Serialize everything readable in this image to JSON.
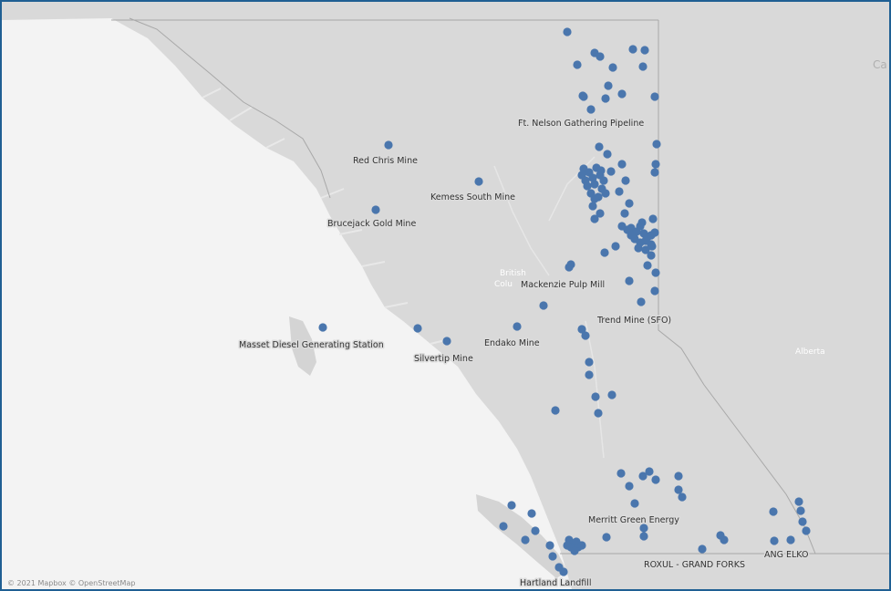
{
  "map": {
    "accent_color": "#4a76ad",
    "land_color": "#d8d8d8",
    "water_color": "#f4f4f4",
    "border_color": "#9a9a9a",
    "attribution": "© 2021 Mapbox © OpenStreetMap",
    "region_labels": {
      "canada": "Ca",
      "bc": "British",
      "bc2": "Colu",
      "alberta": "Alberta"
    },
    "labels": [
      "Ft. Nelson Gathering Pipeline",
      "Red Chris Mine",
      "Kemess South Mine",
      "Brucejack Gold Mine",
      "Mackenzie Pulp Mill",
      "Trend Mine (SFO)",
      "Masset Diesel Generating Station",
      "Silvertip Mine",
      "Endako Mine",
      "Merritt Green Energy",
      "ANG ELKO",
      "ROXUL - GRAND FORKS",
      "Hartland Landfill"
    ]
  }
}
